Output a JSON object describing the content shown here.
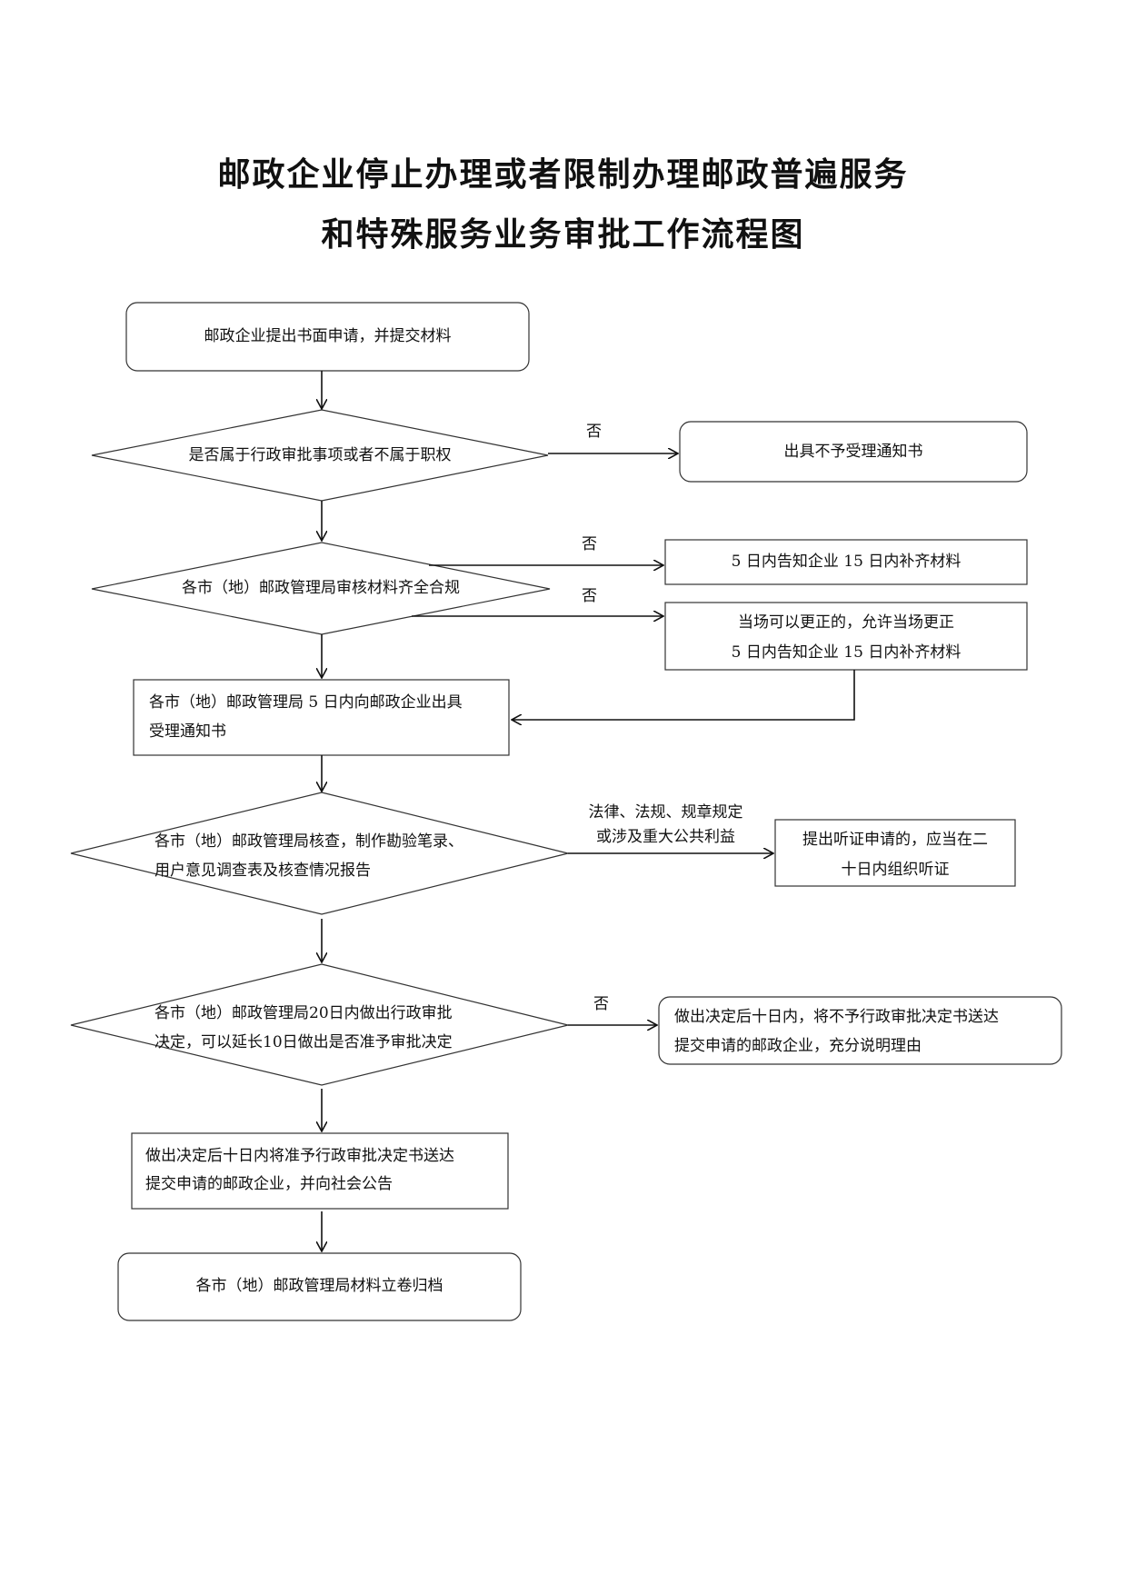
{
  "title": {
    "line1": "邮政企业停止办理或者限制办理邮政普遍服务",
    "line2": "和特殊服务业务审批工作流程图"
  },
  "nodes": {
    "start": "邮政企业提出书面申请，并提交材料",
    "d1": "是否属于行政审批事项或者不属于职权",
    "d1_no": "出具不予受理通知书",
    "d2": "各市（地）邮政管理局审核材料齐全合规",
    "d2_no1": "5 日内告知企业 15 日内补齐材料",
    "d2_no2_line1": "当场可以更正的，允许当场更正",
    "d2_no2_line2": "5 日内告知企业 15 日内补齐材料",
    "accept_line1": "各市（地）邮政管理局 5 日内向邮政企业出具",
    "accept_line2": "受理通知书",
    "d3_line1": "各市（地）邮政管理局核查，制作勘验笔录、",
    "d3_line2": "用户意见调查表及核查情况报告",
    "d3_branch_line1": "法律、法规、规章规定",
    "d3_branch_line2": "或涉及重大公共利益",
    "hearing_line1": "提出听证申请的，应当在二",
    "hearing_line2": "十日内组织听证",
    "d4_line1": "各市（地）邮政管理局20日内做出行政审批",
    "d4_line2": "决定，可以延长10日做出是否准予审批决定",
    "d4_no_line1": "做出决定后十日内，将不予行政审批决定书送达",
    "d4_no_line2": "提交申请的邮政企业，充分说明理由",
    "approve_line1": "做出决定后十日内将准予行政审批决定书送达",
    "approve_line2": "提交申请的邮政企业，并向社会公告",
    "end": "各市（地）邮政管理局材料立卷归档"
  },
  "edge_labels": {
    "no": "否"
  }
}
